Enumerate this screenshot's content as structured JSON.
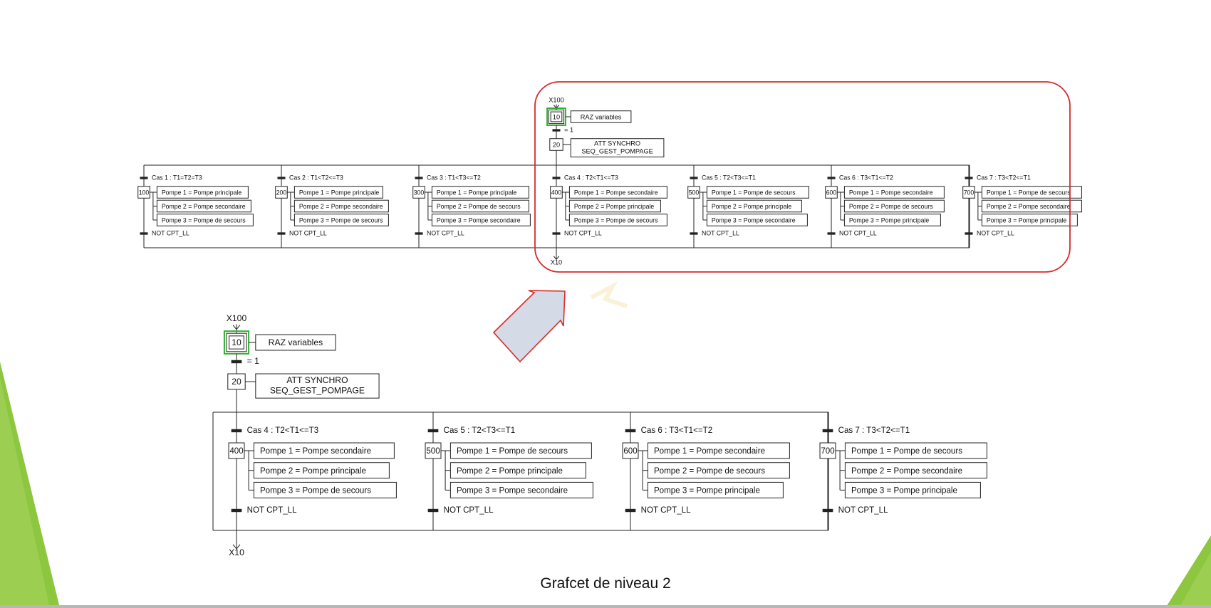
{
  "slide": {
    "title": "Grafcet de niveau 2",
    "colors": {
      "accent_green": "#8dc63f",
      "highlight_red": "#d92b2b",
      "initial_step_green": "#2fb12f",
      "arrow_fill": "#d5dbe6",
      "line": "#222222"
    }
  },
  "overview": {
    "entry_link": "X100",
    "initial_step": {
      "number": "10",
      "action": "RAZ variables"
    },
    "transition_1": "= 1",
    "step_20": {
      "number": "20",
      "action_lines": [
        "ATT SYNCHRO",
        "SEQ_GEST_POMPAGE"
      ]
    },
    "exit_link": "X10",
    "branches": [
      {
        "condition": "Cas 1 : T1=T2=T3",
        "step": "100",
        "actions": [
          "Pompe 1 = Pompe principale",
          "Pompe 2 = Pompe secondaire",
          "Pompe 3 = Pompe de secours"
        ],
        "exit": "NOT CPT_LL"
      },
      {
        "condition": "Cas 2 : T1<T2<=T3",
        "step": "200",
        "actions": [
          "Pompe 1 = Pompe principale",
          "Pompe 2 = Pompe secondaire",
          "Pompe 3 = Pompe de secours"
        ],
        "exit": "NOT CPT_LL"
      },
      {
        "condition": "Cas 3 : T1<T3<=T2",
        "step": "300",
        "actions": [
          "Pompe 1 = Pompe principale",
          "Pompe 2 = Pompe de secours",
          "Pompe 3 = Pompe secondaire"
        ],
        "exit": "NOT CPT_LL"
      },
      {
        "condition": "Cas 4 : T2<T1<=T3",
        "step": "400",
        "actions": [
          "Pompe 1 = Pompe secondaire",
          "Pompe 2 = Pompe principale",
          "Pompe 3 = Pompe de secours"
        ],
        "exit": "NOT CPT_LL"
      },
      {
        "condition": "Cas 5 : T2<T3<=T1",
        "step": "500",
        "actions": [
          "Pompe 1 = Pompe de secours",
          "Pompe 2 = Pompe principale",
          "Pompe 3 = Pompe secondaire"
        ],
        "exit": "NOT CPT_LL"
      },
      {
        "condition": "Cas 6 : T3<T1<=T2",
        "step": "600",
        "actions": [
          "Pompe 1 = Pompe secondaire",
          "Pompe 2 = Pompe de secours",
          "Pompe 3 = Pompe principale"
        ],
        "exit": "NOT CPT_LL"
      },
      {
        "condition": "Cas 7 : T3<T2<=T1",
        "step": "700",
        "actions": [
          "Pompe 1 = Pompe de secours",
          "Pompe 2 = Pompe secondaire",
          "Pompe 3 = Pompe principale"
        ],
        "exit": "NOT CPT_LL"
      }
    ]
  },
  "zoom": {
    "entry_link": "X100",
    "initial_step": {
      "number": "10",
      "action": "RAZ variables"
    },
    "transition_1": "= 1",
    "step_20": {
      "number": "20",
      "action_lines": [
        "ATT SYNCHRO",
        "SEQ_GEST_POMPAGE"
      ]
    },
    "exit_link": "X10",
    "branches": [
      {
        "condition": "Cas 4 : T2<T1<=T3",
        "step": "400",
        "actions": [
          "Pompe 1 = Pompe secondaire",
          "Pompe 2 = Pompe principale",
          "Pompe 3 = Pompe de secours"
        ],
        "exit": "NOT CPT_LL"
      },
      {
        "condition": "Cas 5 : T2<T3<=T1",
        "step": "500",
        "actions": [
          "Pompe 1 = Pompe de secours",
          "Pompe 2 = Pompe principale",
          "Pompe 3 = Pompe secondaire"
        ],
        "exit": "NOT CPT_LL"
      },
      {
        "condition": "Cas 6 : T3<T1<=T2",
        "step": "600",
        "actions": [
          "Pompe 1 = Pompe secondaire",
          "Pompe 2 = Pompe de secours",
          "Pompe 3 = Pompe principale"
        ],
        "exit": "NOT CPT_LL"
      },
      {
        "condition": "Cas 7 : T3<T2<=T1",
        "step": "700",
        "actions": [
          "Pompe 1 = Pompe de secours",
          "Pompe 2 = Pompe secondaire",
          "Pompe 3 = Pompe principale"
        ],
        "exit": "NOT CPT_LL"
      }
    ]
  }
}
